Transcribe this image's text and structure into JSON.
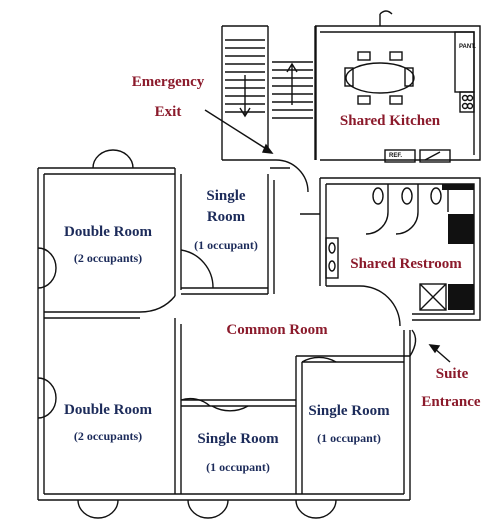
{
  "rooms": {
    "double_room_top": {
      "title": "Double Room",
      "occupancy": "(2 occupants)"
    },
    "double_room_bottom": {
      "title": "Double Room",
      "occupancy": "(2 occupants)"
    },
    "single_room_top": {
      "title_line1": "Single",
      "title_line2": "Room",
      "occupancy": "(1 occupant)"
    },
    "single_room_bottom_mid": {
      "title": "Single Room",
      "occupancy": "(1 occupant)"
    },
    "single_room_bottom_right": {
      "title": "Single Room",
      "occupancy": "(1 occupant)"
    },
    "common_room": {
      "title": "Common Room"
    },
    "shared_kitchen": {
      "title": "Shared Kitchen",
      "pantry_label": "PANT.",
      "fridge_label": "REF."
    },
    "shared_restroom": {
      "title": "Shared Restroom"
    }
  },
  "annotations": {
    "emergency_exit_line1": "Emergency",
    "emergency_exit_line2": "Exit",
    "suite_entrance_line1": "Suite",
    "suite_entrance_line2": "Entrance"
  },
  "colors": {
    "room_label": "#1c2b5a",
    "annotation_label": "#8b1a2b",
    "wall": "#111111"
  }
}
